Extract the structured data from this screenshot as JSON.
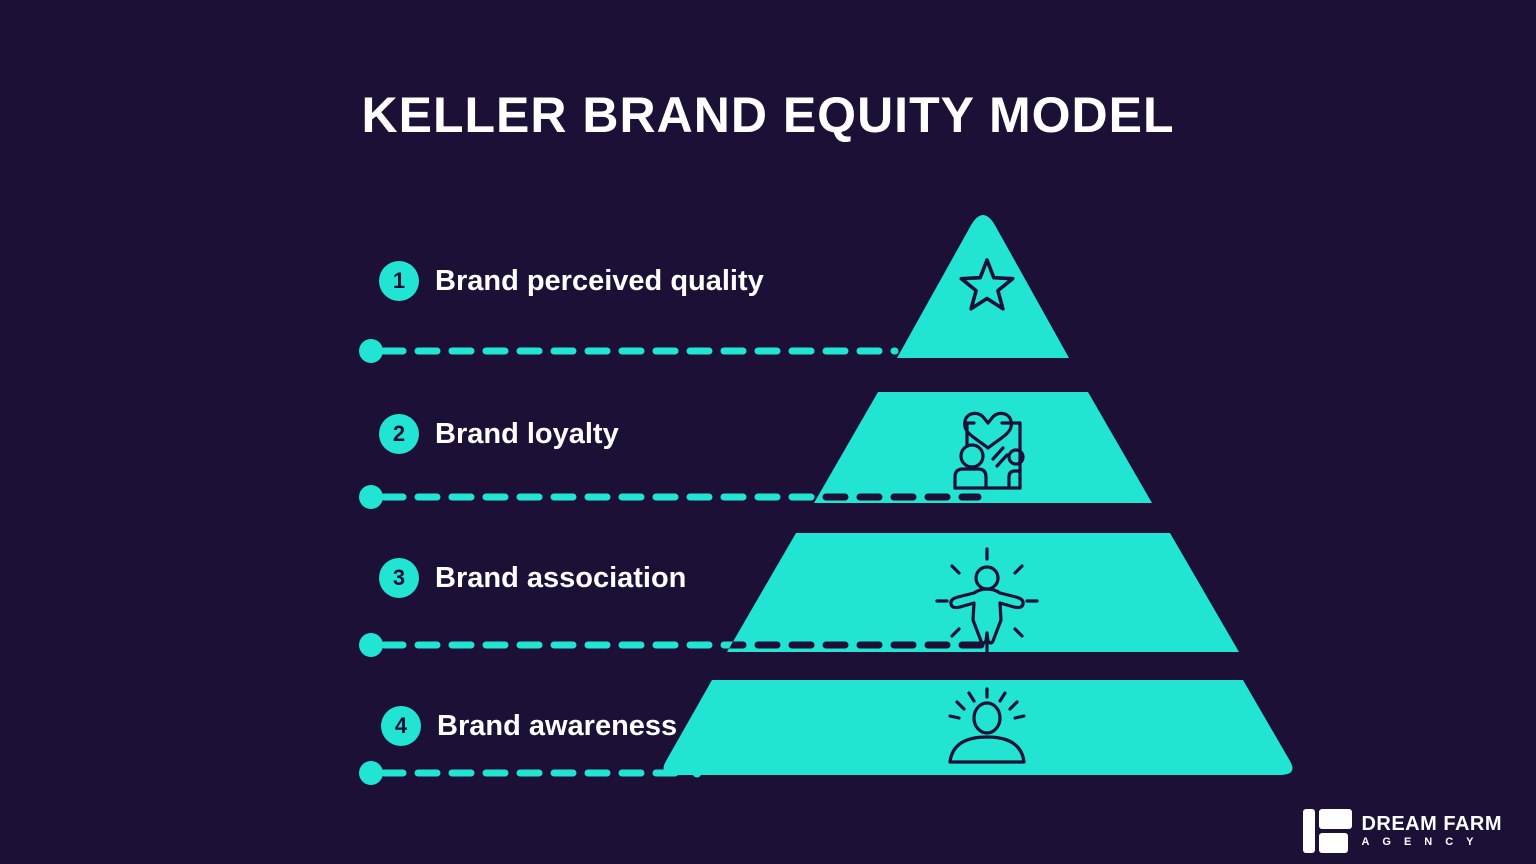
{
  "title": "KELLER BRAND EQUITY MODEL",
  "colors": {
    "background": "#1D1036",
    "teal": "#21E4D3",
    "label_text": "#FFFFFF",
    "icon_stroke": "#1D1036"
  },
  "levels": [
    {
      "number": "1",
      "label": "Brand perceived quality",
      "icon": "star-icon"
    },
    {
      "number": "2",
      "label": "Brand loyalty",
      "icon": "person-mirror-heart-icon"
    },
    {
      "number": "3",
      "label": "Brand association",
      "icon": "person-rays-icon"
    },
    {
      "number": "4",
      "label": "Brand awareness",
      "icon": "person-sun-icon"
    }
  ],
  "logo": {
    "name": "DREAM FARM",
    "subtitle": "AGENCY"
  }
}
